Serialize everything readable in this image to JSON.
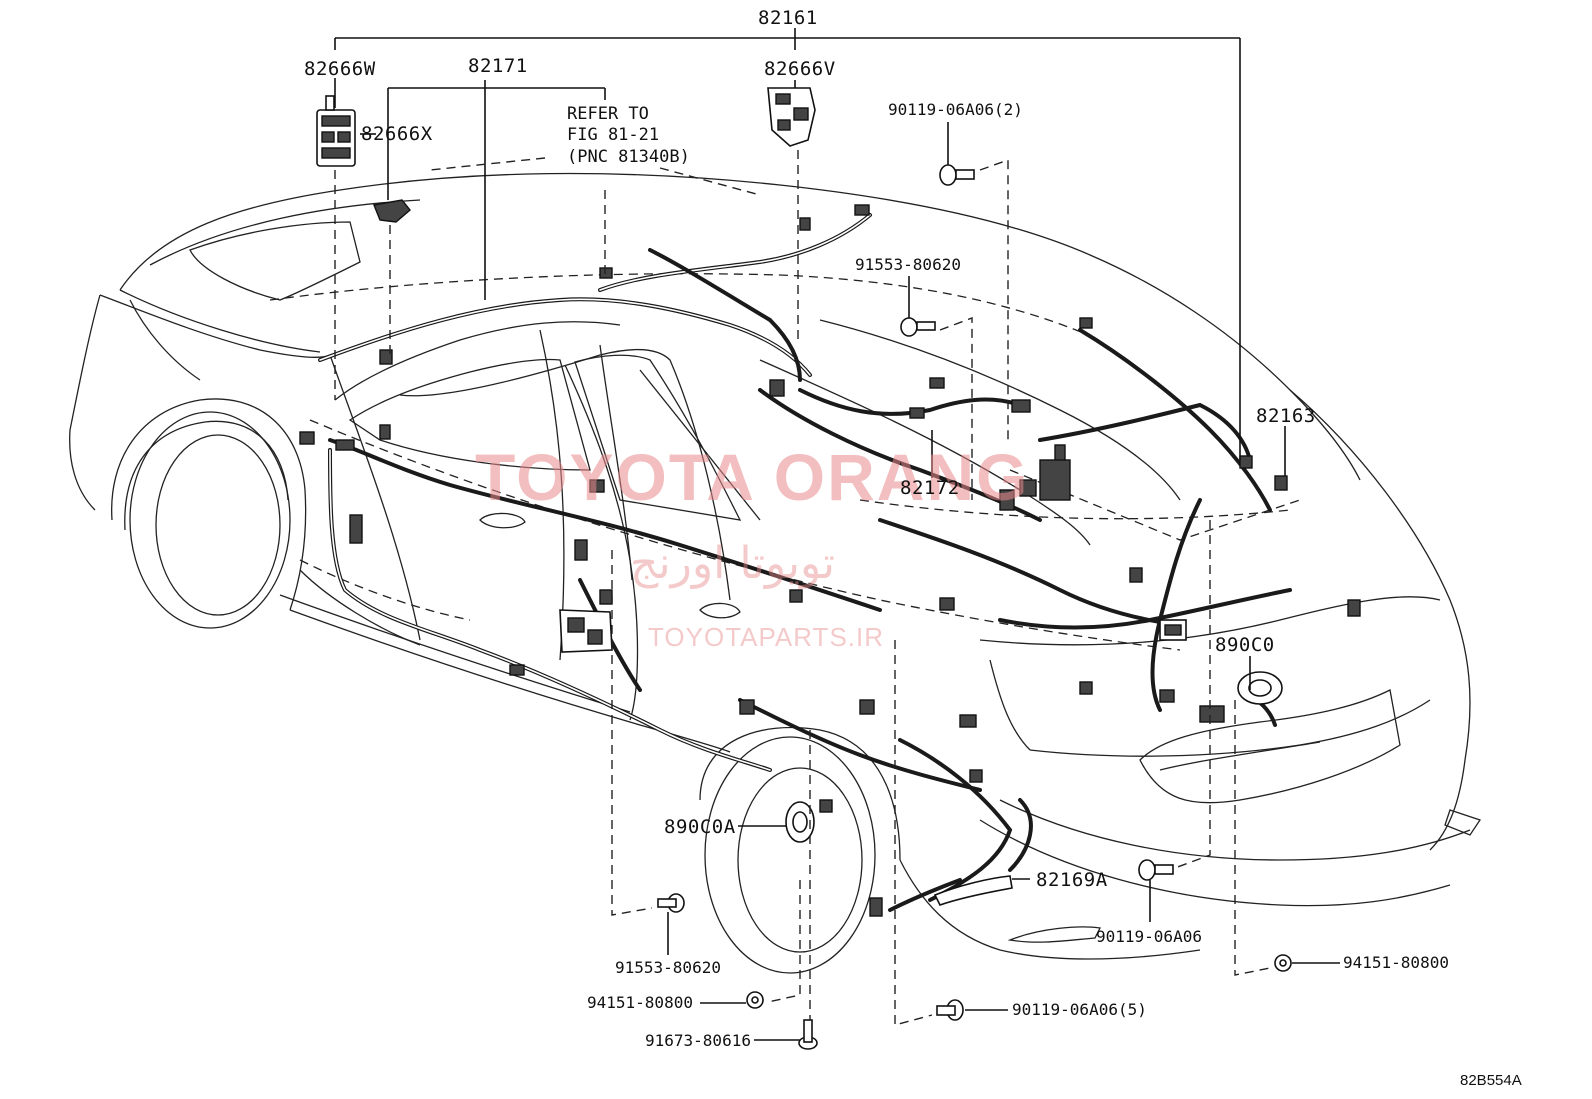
{
  "diagram_code": "82B554A",
  "watermark": {
    "main": "TOYOTA ORANG",
    "arabic": "تويوتا اورنج",
    "sub": "TOYOTAPARTS.IR"
  },
  "reference_note": {
    "line1": "REFER TO",
    "line2": "FIG 81-21",
    "line3": "(PNC 81340B)"
  },
  "callouts": [
    {
      "id": "82161",
      "label": "82161"
    },
    {
      "id": "82666W",
      "label": "82666W"
    },
    {
      "id": "82171",
      "label": "82171"
    },
    {
      "id": "82666V",
      "label": "82666V"
    },
    {
      "id": "82666X",
      "label": "82666X"
    },
    {
      "id": "90119-06A06-2",
      "label": "90119-06A06(2)"
    },
    {
      "id": "91553-80620-top",
      "label": "91553-80620"
    },
    {
      "id": "82172",
      "label": "82172"
    },
    {
      "id": "82163",
      "label": "82163"
    },
    {
      "id": "890C0",
      "label": "890C0"
    },
    {
      "id": "890C0A",
      "label": "890C0A"
    },
    {
      "id": "82169A",
      "label": "82169A"
    },
    {
      "id": "90119-06A06",
      "label": "90119-06A06"
    },
    {
      "id": "94151-80800-right",
      "label": "94151-80800"
    },
    {
      "id": "91553-80620-bottom",
      "label": "91553-80620"
    },
    {
      "id": "94151-80800-left",
      "label": "94151-80800"
    },
    {
      "id": "90119-06A06-5",
      "label": "90119-06A06(5)"
    },
    {
      "id": "91673-80616",
      "label": "91673-80616"
    }
  ]
}
